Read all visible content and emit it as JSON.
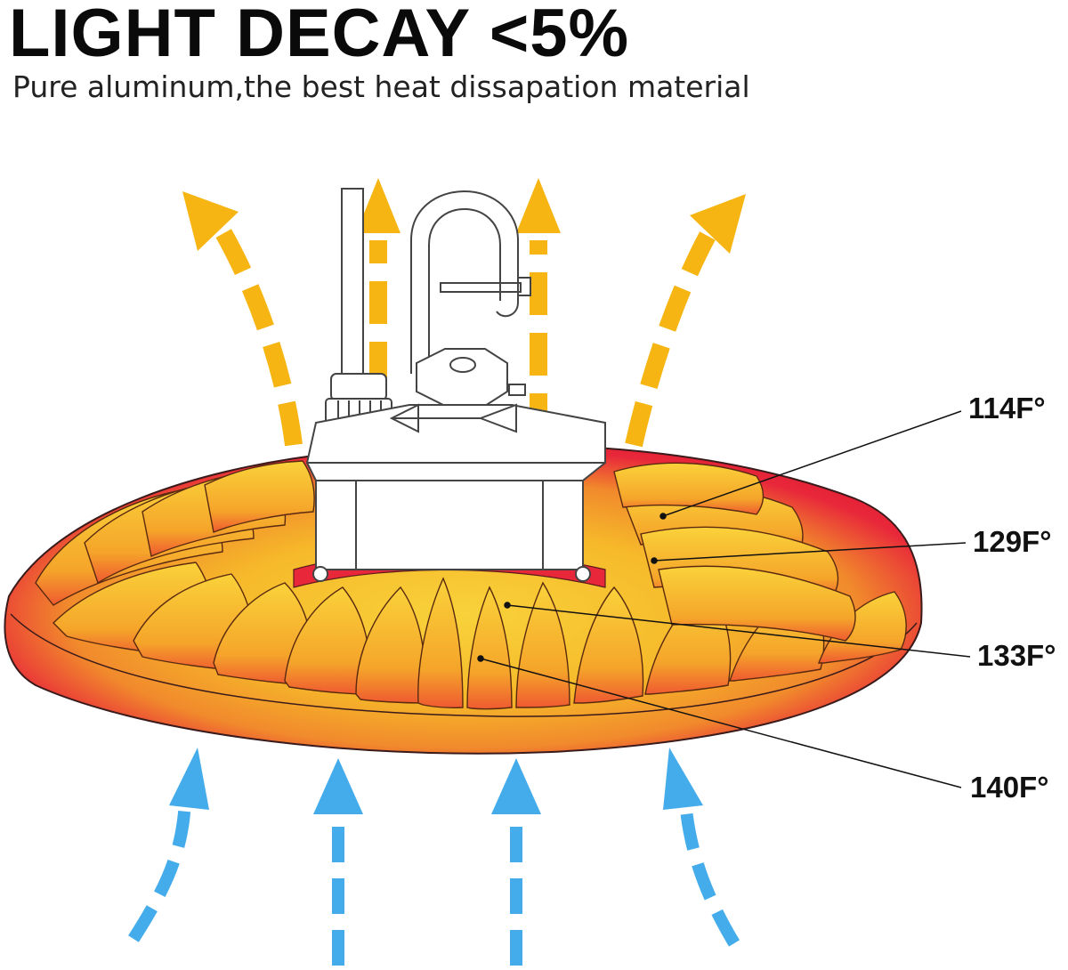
{
  "header": {
    "title": "LIGHT DECAY <5%",
    "subtitle": "Pure aluminum,the best heat dissapation material"
  },
  "temperatures": [
    {
      "label": "114F°"
    },
    {
      "label": "129F°"
    },
    {
      "label": "133F°"
    },
    {
      "label": "140F°"
    }
  ],
  "colors": {
    "hot_arrow": "#F6B512",
    "cool_arrow": "#45ACEC",
    "heatsink_outer": "#E8283A",
    "heatsink_inner": "#F6B92A",
    "outline": "#333333"
  }
}
